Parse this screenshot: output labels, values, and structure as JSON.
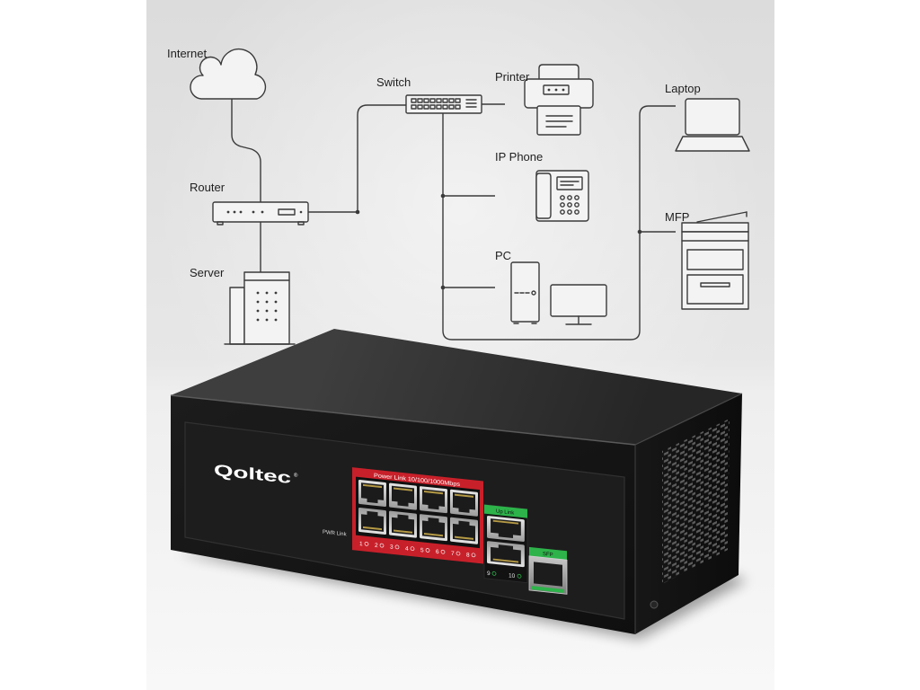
{
  "diagram": {
    "internet": {
      "label": "Internet",
      "icon": "cloud-icon"
    },
    "router": {
      "label": "Router",
      "icon": "router-icon"
    },
    "server": {
      "label": "Server",
      "icon": "server-icon"
    },
    "switch": {
      "label": "Switch",
      "icon": "switch-icon"
    },
    "printer": {
      "label": "Printer",
      "icon": "printer-icon"
    },
    "ip_phone": {
      "label": "IP Phone",
      "icon": "ip-phone-icon"
    },
    "pc": {
      "label": "PC",
      "icon": "desktop-pc-icon"
    },
    "laptop": {
      "label": "Laptop",
      "icon": "laptop-icon"
    },
    "mfp": {
      "label": "MFP",
      "icon": "mfp-icon"
    }
  },
  "device": {
    "brand": {
      "logo_text": "Qoltec",
      "registered_mark": "®"
    },
    "pwr_label": "PWR Link",
    "poe_group": {
      "label": "Power Link 10/100/1000Mbps",
      "port_numbers": [
        "1",
        "2",
        "3",
        "4",
        "5",
        "6",
        "7",
        "8"
      ]
    },
    "uplink_group": {
      "label": "Up Link",
      "port_numbers": [
        "9",
        "10"
      ]
    },
    "sfp_group": {
      "label": "SFP"
    }
  },
  "colors": {
    "poe_label_red": "#c8202a",
    "uplink_green": "#2db34a",
    "device_black": "#1b1b1b",
    "diagram_line": "#3a3a3a",
    "background_gray": "#e6e6e6"
  }
}
